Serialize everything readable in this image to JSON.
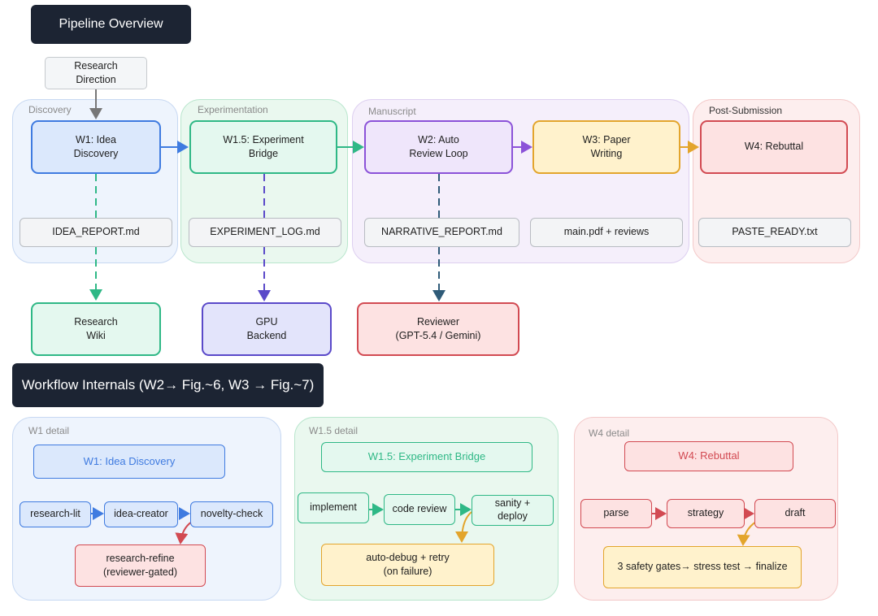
{
  "banners": {
    "pipeline": "Pipeline Overview",
    "internals": "Workflow Internals (W2→ Fig.~6, W3 → Fig.~7)"
  },
  "groups": {
    "discovery": "Discovery",
    "experimentation": "Experimentation",
    "manuscript": "Manuscript",
    "post_submission": "Post-Submission",
    "w1_detail": "W1 detail",
    "w15_detail": "W1.5 detail",
    "w4_detail": "W4 detail"
  },
  "nodes": {
    "research_direction": "Research\nDirection",
    "w1": "W1: Idea\nDiscovery",
    "w15": "W1.5: Experiment\nBridge",
    "w2": "W2: Auto\nReview Loop",
    "w3": "W3: Paper\nWriting",
    "w4": "W4: Rebuttal",
    "idea_report": "IDEA_REPORT.md",
    "experiment_log": "EXPERIMENT_LOG.md",
    "narrative_report": "NARRATIVE_REPORT.md",
    "main_pdf": "main.pdf + reviews",
    "paste_ready": "PASTE_READY.txt",
    "research_wiki": "Research\nWiki",
    "gpu_backend": "GPU\nBackend",
    "reviewer": "Reviewer\n(GPT-5.4 / Gemini)"
  },
  "w1_detail": {
    "title": "W1: Idea Discovery",
    "research_lit": "research-lit",
    "idea_creator": "idea-creator",
    "novelty_check": "novelty-check",
    "research_refine": "research-refine\n(reviewer-gated)"
  },
  "w15_detail": {
    "title": "W1.5: Experiment Bridge",
    "implement": "implement",
    "code_review": "code review",
    "sanity_deploy": "sanity +\ndeploy",
    "auto_debug": "auto-debug + retry\n(on failure)"
  },
  "w4_detail": {
    "title": "W4: Rebuttal",
    "parse": "parse",
    "strategy": "strategy",
    "draft": "draft",
    "finalize": "3 safety gates→ stress test → finalize"
  },
  "colors": {
    "blue": "#3f7be0",
    "blue_fill": "#dbe8fc",
    "green": "#2fb886",
    "green_fill": "#e4f8ef",
    "purple": "#8b52d8",
    "purple_fill": "#efe6fb",
    "orange": "#e3a52c",
    "orange_fill": "#fff2cc",
    "red": "#d24a52",
    "red_fill": "#fde2e2",
    "gpu": "#5a49c9",
    "gpu_fill": "#e3e4fb",
    "teal": "#2f5b78",
    "banner": "#1c2433"
  }
}
